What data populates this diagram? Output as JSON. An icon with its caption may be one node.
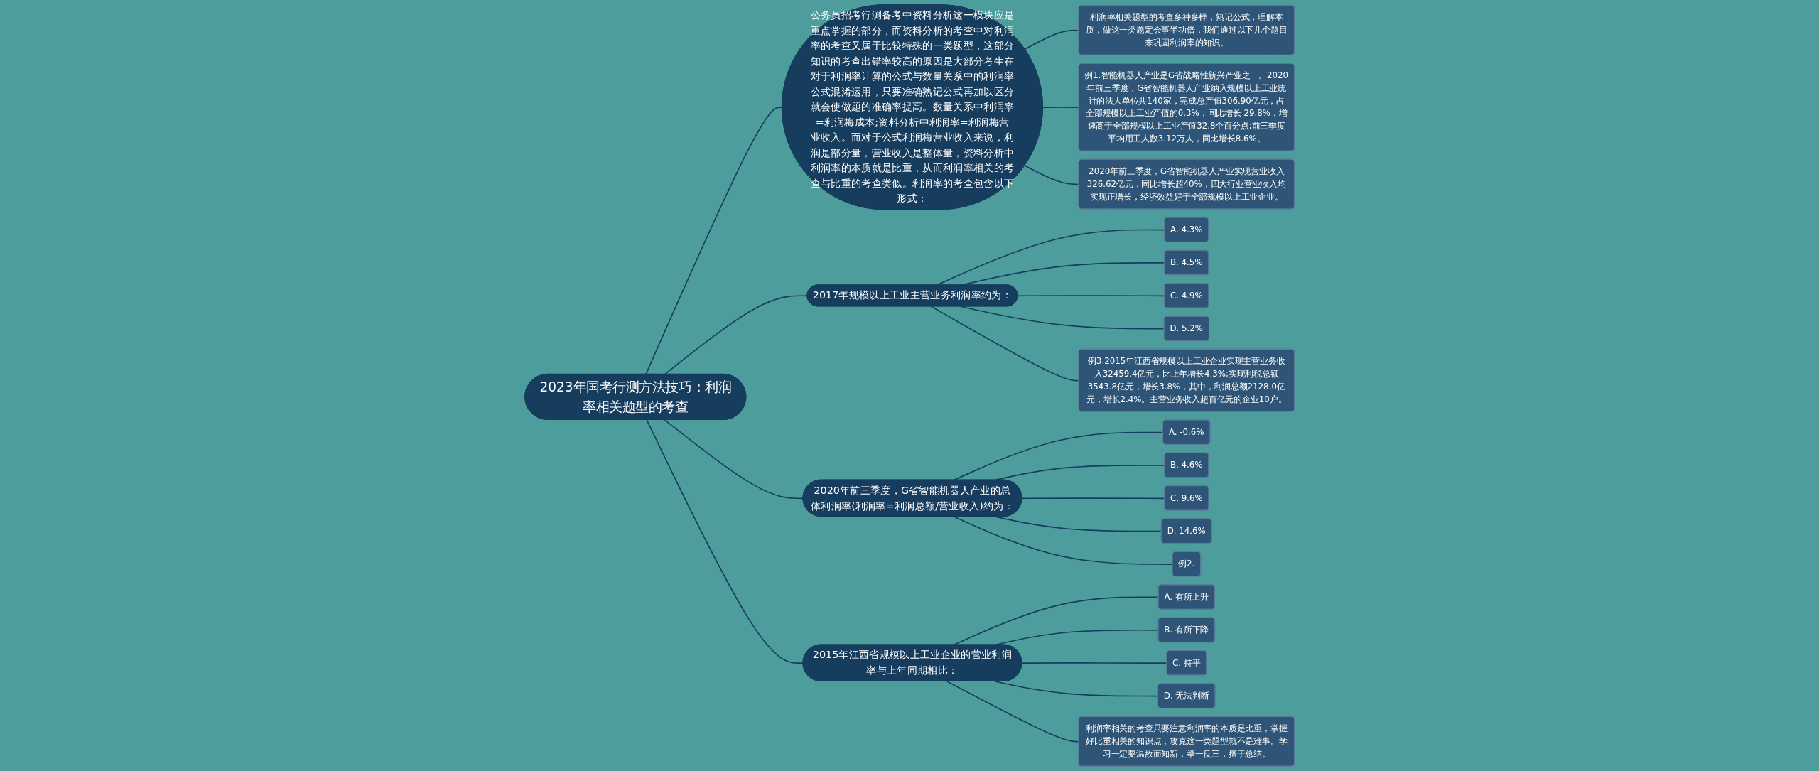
{
  "diagram": {
    "nodes": [
      {
        "text": [
          "2023年国考行测方法技巧：利润率相关题型的考查"
        ]
      },
      {
        "text": [
          "公务员招考行测备考中资料分析这一模块应是重点掌握的部分，而资料分析的考查中对利润率的考查又属于比较特殊的一类题型，这部分知识的考查出错率较高的原因是大部分考生在对于利润率计算的公式与数量关系中的利润率公式混淆运用，只要准确熟记公式再加以区分就会使做题的准确率提高。数量关系中利润率=利润梅成本;资料分析中利润率=利润梅营业收入。而对于公式利润梅营业收入来说，利润是部分量，营业收入是整体量，资料分析中利润率的本质就是比重，从而利润率相关的考查与比重的考查类似。利润率的考查包含以下形式："
        ]
      },
      {
        "text": [
          "利润率相关题型的考查多种多样，熟记公式，理解本质，做这一类题定会事半功倍，我们通过以下几个题目来巩固利润率的知识。"
        ]
      },
      {
        "text": [
          "例1.智能机器人产业是G省战略性新兴产业之一。2020年前三季度，G省智能机器人产业纳入规模以上工业统计的法人单位共140家，完成总产值306.90亿元，占全部规模以上工业产值的0.3%，同比增长 29.8%，增速高于全部规模以上工业产值32.8个百分点;前三季度平均用工人数3.12万人，同比增长8.6%。"
        ]
      },
      {
        "text": [
          "2020年前三季度，G省智能机器人产业实现营业收入326.62亿元，同比增长超40%，四大行业营业收入均实现正增长，经济效益好于全部规模以上工业企业。"
        ]
      },
      {
        "text": [
          "2017年规模以上工业主营业务利润率约为："
        ]
      },
      {
        "text": [
          "A. 4.3%"
        ]
      },
      {
        "text": [
          "B. 4.5%"
        ]
      },
      {
        "text": [
          "C. 4.9%"
        ]
      },
      {
        "text": [
          "D. 5.2%"
        ]
      },
      {
        "text": [
          "例3.2015年江西省规模以上工业企业实现主营业务收入32459.4亿元，比上年增长4.3%;实现利税总额3543.8亿元，增长3.8%，其中，利润总额2128.0亿元，增长2.4%。主营业务收入超百亿元的企业10户。"
        ]
      },
      {
        "text": [
          "2020年前三季度，G省智能机器人产业的总体利润率(利润率=利润总额/营业收入)约为："
        ]
      },
      {
        "text": [
          "A. -0.6%"
        ]
      },
      {
        "text": [
          "B. 4.6%"
        ]
      },
      {
        "text": [
          "C. 9.6%"
        ]
      },
      {
        "text": [
          "D. 14.6%"
        ]
      },
      {
        "text": [
          "例2."
        ]
      },
      {
        "text": [
          "2015年江西省规模以上工业企业的营业利润率与上年同期相比："
        ]
      },
      {
        "text": [
          "A. 有所上升"
        ]
      },
      {
        "text": [
          "B. 有所下降"
        ]
      },
      {
        "text": [
          "C. 持平"
        ]
      },
      {
        "text": [
          "D. 无法判断"
        ]
      },
      {
        "text": [
          "利润率相关的考查只要注意利润率的本质是比重，掌握好比重相关的知识点，攻克这一类题型就不是难事。学习一定要温故而知新，举一反三，擅于总结。"
        ]
      }
    ],
    "edges": [
      {
        "from": 0,
        "to": 1,
        "arrow": "none"
      },
      {
        "from": 1,
        "to": 2,
        "arrow": "none"
      },
      {
        "from": 1,
        "to": 3,
        "arrow": "none"
      },
      {
        "from": 1,
        "to": 4,
        "arrow": "none"
      },
      {
        "from": 0,
        "to": 5,
        "arrow": "none"
      },
      {
        "from": 5,
        "to": 6,
        "arrow": "none"
      },
      {
        "from": 5,
        "to": 7,
        "arrow": "none"
      },
      {
        "from": 5,
        "to": 8,
        "arrow": "none"
      },
      {
        "from": 5,
        "to": 9,
        "arrow": "none"
      },
      {
        "from": 5,
        "to": 10,
        "arrow": "none"
      },
      {
        "from": 0,
        "to": 11,
        "arrow": "none"
      },
      {
        "from": 11,
        "to": 12,
        "arrow": "none"
      },
      {
        "from": 11,
        "to": 13,
        "arrow": "none"
      },
      {
        "from": 11,
        "to": 14,
        "arrow": "none"
      },
      {
        "from": 11,
        "to": 15,
        "arrow": "none"
      },
      {
        "from": 11,
        "to": 16,
        "arrow": "none"
      },
      {
        "from": 0,
        "to": 17,
        "arrow": "none"
      },
      {
        "from": 17,
        "to": 18,
        "arrow": "none"
      },
      {
        "from": 17,
        "to": 19,
        "arrow": "none"
      },
      {
        "from": 17,
        "to": 20,
        "arrow": "none"
      },
      {
        "from": 17,
        "to": 21,
        "arrow": "none"
      },
      {
        "from": 17,
        "to": 22,
        "arrow": "none"
      }
    ]
  }
}
